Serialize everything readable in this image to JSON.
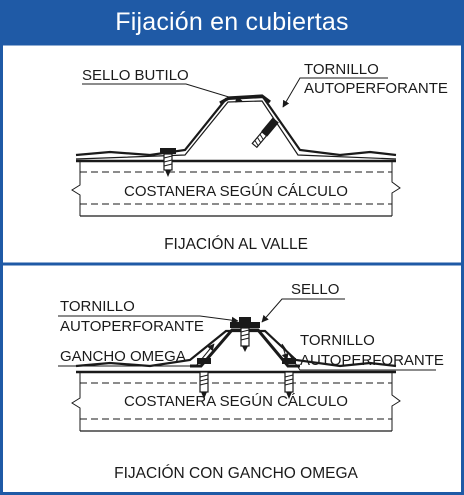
{
  "header": {
    "title": "Fijación en cubiertas"
  },
  "panel_top": {
    "label_sello_butilo": "SELLO BUTILO",
    "label_tornillo_line1": "TORNILLO",
    "label_tornillo_line2": "AUTOPERFORANTE",
    "label_costanera": "COSTANERA SEGÚN CÁLCULO",
    "caption": "FIJACIÓN AL VALLE"
  },
  "panel_bottom": {
    "label_tornillo_left_line1": "TORNILLO",
    "label_tornillo_left_line2": "AUTOPERFORANTE",
    "label_sello": "SELLO",
    "label_gancho": "GANCHO OMEGA",
    "label_tornillo_right_line1": "TORNILLO",
    "label_tornillo_right_line2": "AUTOPERFORANTE",
    "label_costanera": "COSTANERA SEGÚN CÁLCULO",
    "caption": "FIJACIÓN CON GANCHO OMEGA"
  },
  "colors": {
    "header_bg": "#1f5aa6",
    "border": "#1f5aa6",
    "ink": "#1a1a1a"
  }
}
